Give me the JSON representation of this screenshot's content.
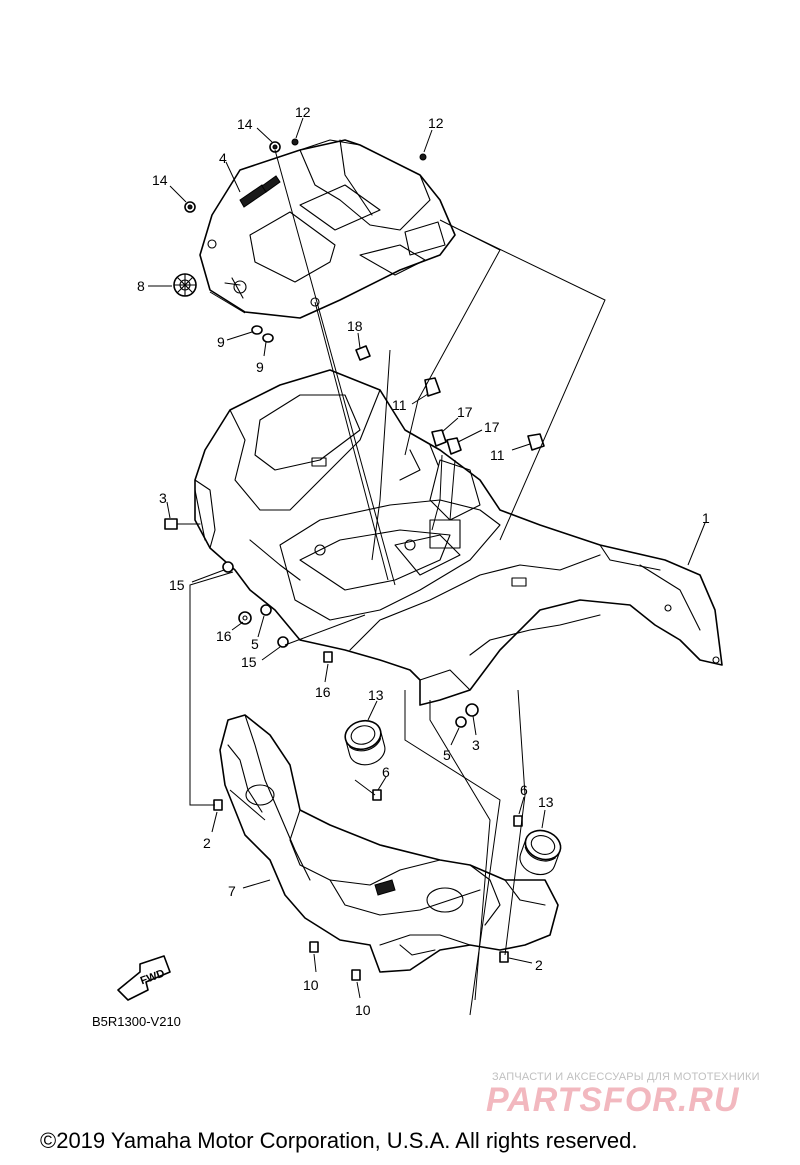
{
  "callouts": [
    {
      "id": "c14a",
      "label": "14"
    },
    {
      "id": "c12a",
      "label": "12"
    },
    {
      "id": "c12b",
      "label": "12"
    },
    {
      "id": "c4",
      "label": "4"
    },
    {
      "id": "c14b",
      "label": "14"
    },
    {
      "id": "c8",
      "label": "8"
    },
    {
      "id": "c9a",
      "label": "9"
    },
    {
      "id": "c9b",
      "label": "9"
    },
    {
      "id": "c18",
      "label": "18"
    },
    {
      "id": "c11a",
      "label": "11"
    },
    {
      "id": "c17a",
      "label": "17"
    },
    {
      "id": "c17b",
      "label": "17"
    },
    {
      "id": "c11b",
      "label": "11"
    },
    {
      "id": "c3a",
      "label": "3"
    },
    {
      "id": "c1",
      "label": "1"
    },
    {
      "id": "c15a",
      "label": "15"
    },
    {
      "id": "c16a",
      "label": "16"
    },
    {
      "id": "c5a",
      "label": "5"
    },
    {
      "id": "c15b",
      "label": "15"
    },
    {
      "id": "c16b",
      "label": "16"
    },
    {
      "id": "c13a",
      "label": "13"
    },
    {
      "id": "c5b",
      "label": "5"
    },
    {
      "id": "c3b",
      "label": "3"
    },
    {
      "id": "c6a",
      "label": "6"
    },
    {
      "id": "c6b",
      "label": "6"
    },
    {
      "id": "c13b",
      "label": "13"
    },
    {
      "id": "c2a",
      "label": "2"
    },
    {
      "id": "c7",
      "label": "7"
    },
    {
      "id": "c2b",
      "label": "2"
    },
    {
      "id": "c10a",
      "label": "10"
    },
    {
      "id": "c10b",
      "label": "10"
    }
  ],
  "fwd_label": "FWD",
  "diagram_code": "B5R1300-V210",
  "watermark": {
    "tagline": "ЗАПЧАСТИ И АКСЕССУАРЫ ДЛЯ МОТОТЕХНИКИ",
    "brand": "PARTSFOR.RU"
  },
  "copyright": "©2019 Yamaha Motor Corporation, U.S.A. All rights reserved."
}
